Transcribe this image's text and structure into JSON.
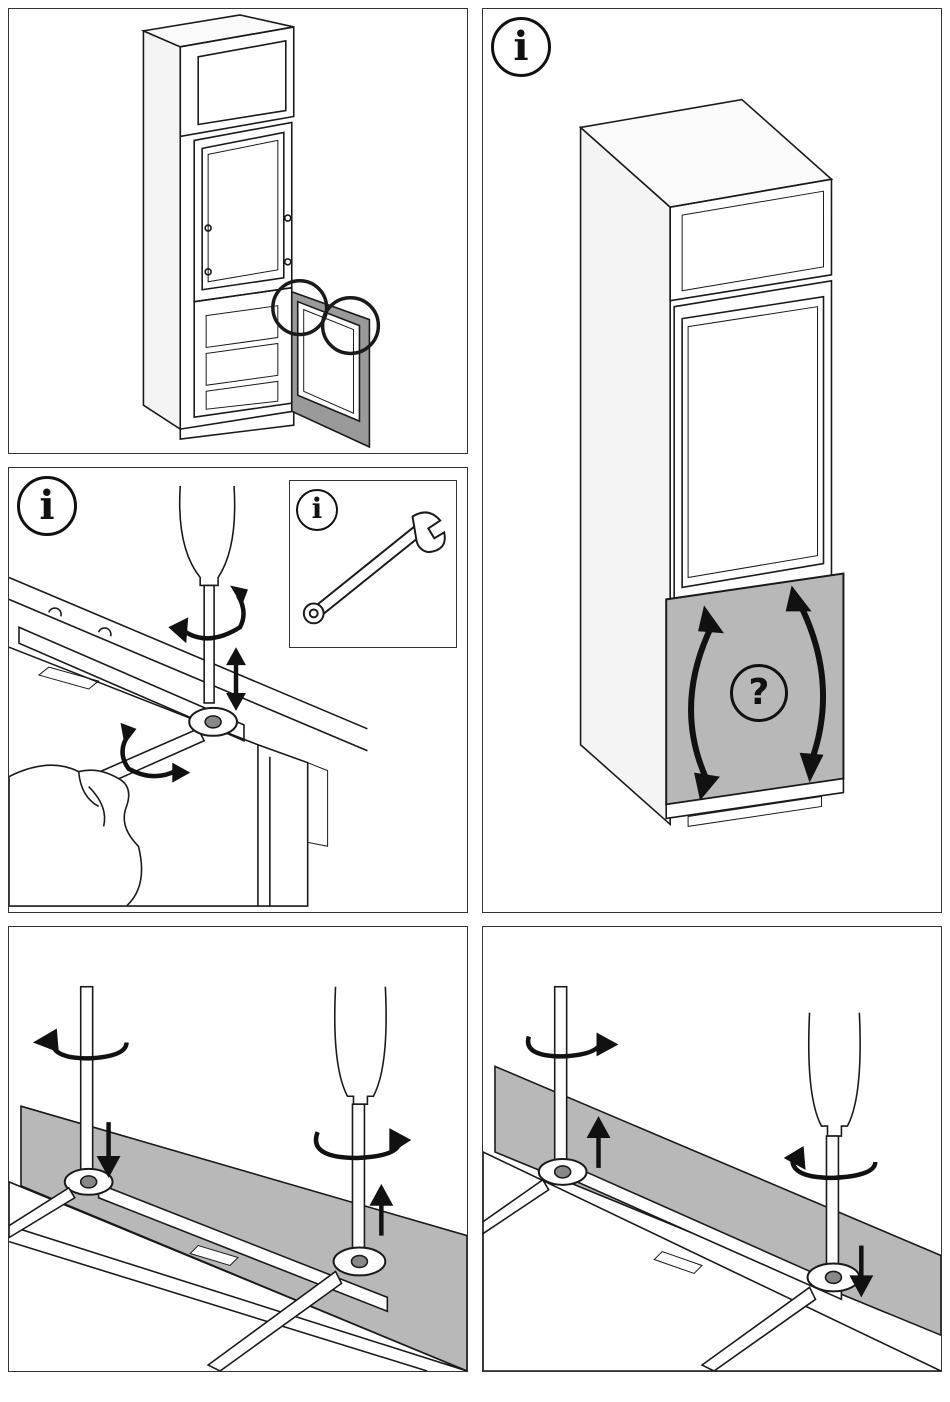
{
  "figure": {
    "panels": [
      {
        "id": "panel-1",
        "content": "cabinet-with-open-lower-door"
      },
      {
        "id": "panel-2",
        "content": "cabinet-with-door-panel-adjust"
      },
      {
        "id": "panel-3",
        "content": "hinge-adjust-screwdriver-wrench"
      },
      {
        "id": "panel-4",
        "content": "adjust-screws-direction-a"
      },
      {
        "id": "panel-5",
        "content": "adjust-screws-direction-b"
      }
    ],
    "info_symbol": "i",
    "question_symbol": "?",
    "icons": [
      "info-icon",
      "wrench-icon",
      "screwdriver-icon",
      "rotate-arrow-icon",
      "up-down-arrow-icon",
      "question-icon"
    ],
    "colors": {
      "line": "#1a1a1a",
      "panel_gray": "#b8b8b8",
      "light_gray": "#d9d9d9",
      "background": "#ffffff"
    }
  }
}
